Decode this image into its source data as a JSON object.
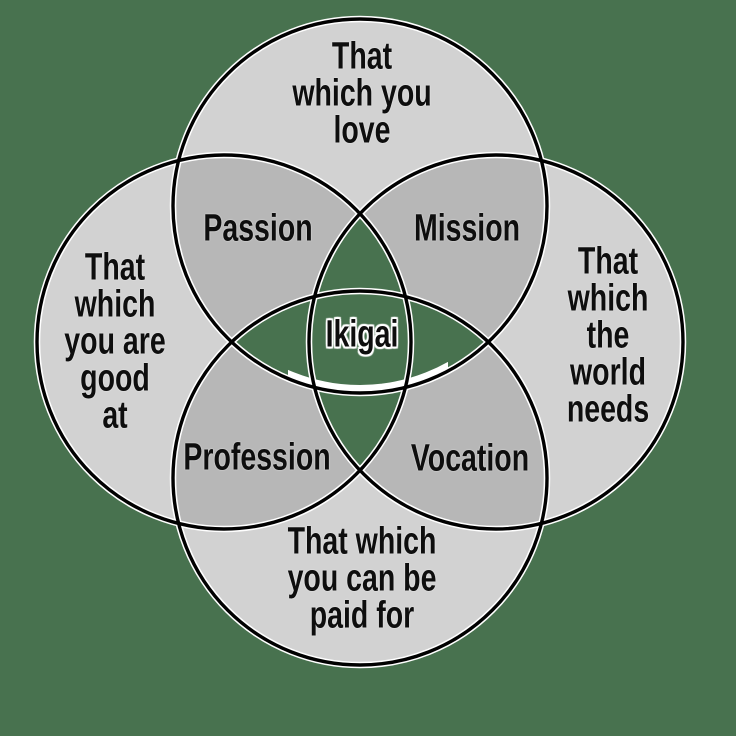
{
  "colors": {
    "background": "#48724F",
    "circle_fill": "#D2D2D2",
    "overlap_fill": "#B7B7B7",
    "outline": "#000000",
    "halo": "#FFFFFF",
    "text": "#0E0E0E"
  },
  "diagram": {
    "type": "ikigai-four-circle-venn",
    "circles": {
      "love": {
        "label": "That\nwhich you\nlove"
      },
      "good_at": {
        "label": "That\nwhich\nyou are\ngood\nat"
      },
      "needs": {
        "label": "That\nwhich\nthe\nworld\nneeds"
      },
      "paid": {
        "label": "That which\nyou can be\npaid for"
      }
    },
    "overlaps": {
      "passion": {
        "label": "Passion"
      },
      "mission": {
        "label": "Mission"
      },
      "profession": {
        "label": "Profession"
      },
      "vocation": {
        "label": "Vocation"
      },
      "center": {
        "label": "Ikigai"
      }
    }
  }
}
